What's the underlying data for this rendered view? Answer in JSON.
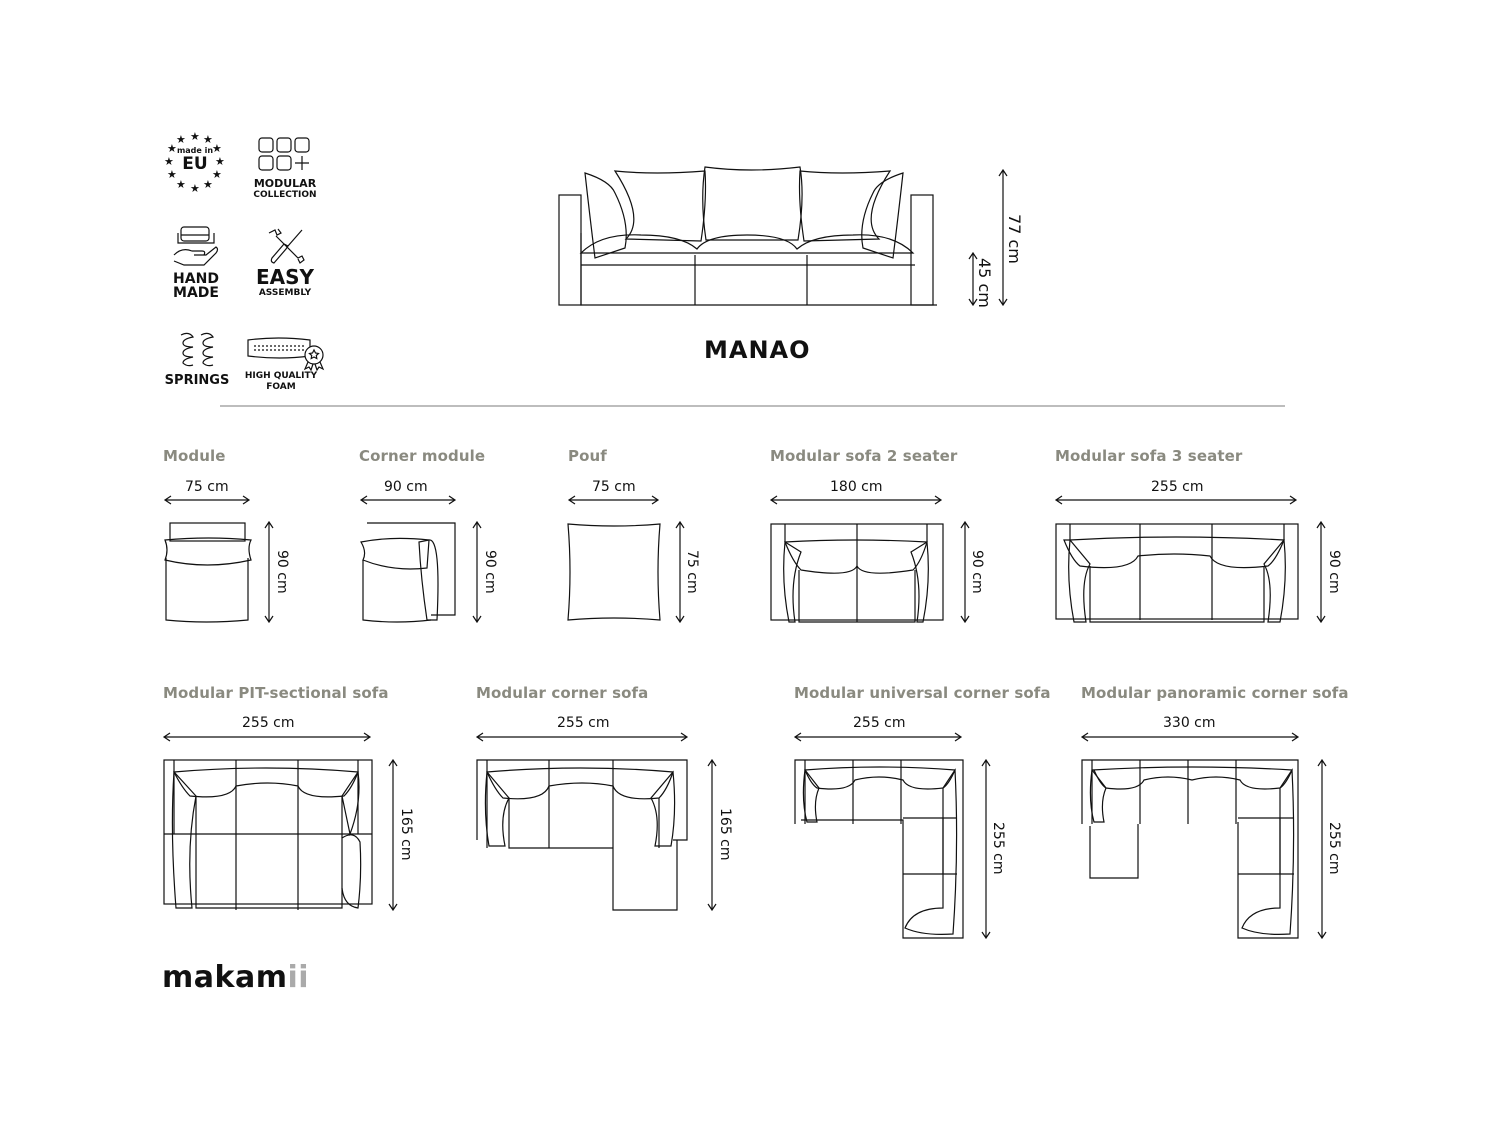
{
  "features": [
    {
      "id": "made-in-eu",
      "line1": "made in",
      "line2": "EU",
      "icon": "stars-circle-icon"
    },
    {
      "id": "modular",
      "line1": "MODULAR",
      "line2": "COLLECTION",
      "icon": "grid-plus-icon"
    },
    {
      "id": "hand-made",
      "line1": "HAND",
      "line2": "MADE",
      "icon": "hand-sofa-icon"
    },
    {
      "id": "easy-assembly",
      "line1": "EASY",
      "line2": "ASSEMBLY",
      "icon": "wrench-screwdriver-icon"
    },
    {
      "id": "springs",
      "line1": "SPRINGS",
      "line2": "",
      "icon": "springs-icon"
    },
    {
      "id": "foam",
      "line1": "HIGH QUALITY",
      "line2": "FOAM",
      "icon": "foam-badge-icon"
    }
  ],
  "product": {
    "name": "MANAO",
    "height_total": "77 cm",
    "seat_height": "45 cm"
  },
  "row1": [
    {
      "title": "Module",
      "width": "75 cm",
      "depth": "90 cm"
    },
    {
      "title": "Corner module",
      "width": "90 cm",
      "depth": "90 cm"
    },
    {
      "title": "Pouf",
      "width": "75 cm",
      "depth": "75 cm"
    },
    {
      "title": "Modular sofa 2 seater",
      "width": "180 cm",
      "depth": "90 cm"
    },
    {
      "title": "Modular sofa 3 seater",
      "width": "255 cm",
      "depth": "90 cm"
    }
  ],
  "row2": [
    {
      "title": "Modular PIT-sectional sofa",
      "width": "255 cm",
      "depth": "165 cm"
    },
    {
      "title": "Modular corner sofa",
      "width": "255 cm",
      "depth": "165 cm"
    },
    {
      "title": "Modular universal corner sofa",
      "width": "255 cm",
      "depth": "255 cm"
    },
    {
      "title": "Modular panoramic corner sofa",
      "width": "330 cm",
      "depth": "255 cm"
    }
  ],
  "brand": {
    "main": "makam",
    "accent": "ii"
  }
}
